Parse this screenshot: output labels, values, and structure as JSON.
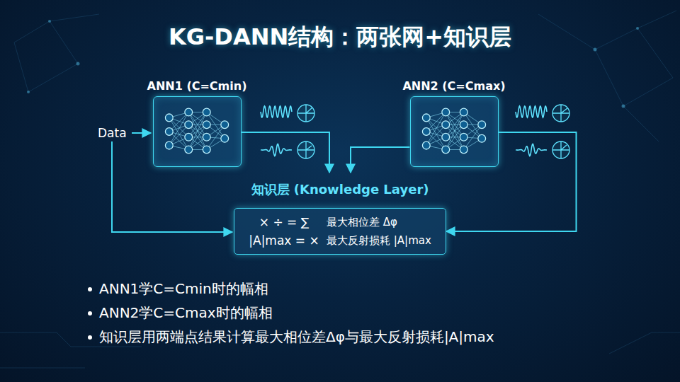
{
  "diagram": {
    "title": "KG-DANN结构：两张网+知识层",
    "nodes": [
      {
        "text": [
          "ANN1 (C=Cmin)"
        ]
      },
      {
        "text": [
          "ANN2 (C=Cmax)"
        ]
      },
      {
        "text": [
          "知识层 (Knowledge Layer)",
          "× ÷ = ∑",
          "最大相位差 Δφ",
          "|A|max = ×",
          "最大反射损耗 |A|max"
        ]
      }
    ],
    "edges": [
      {
        "from": 0,
        "to": 2,
        "arrow": "to"
      },
      {
        "from": 1,
        "to": 2,
        "arrow": "to"
      },
      {
        "from": 1,
        "to": 2,
        "arrow": "to"
      }
    ],
    "labels": [
      "Data",
      "ANN1学C=Cmin时的幅相",
      "ANN2学C=Cmax时的幅相",
      "知识层用两端点结果计算最大相位差Δφ与最大反射损耗|A|max"
    ]
  }
}
